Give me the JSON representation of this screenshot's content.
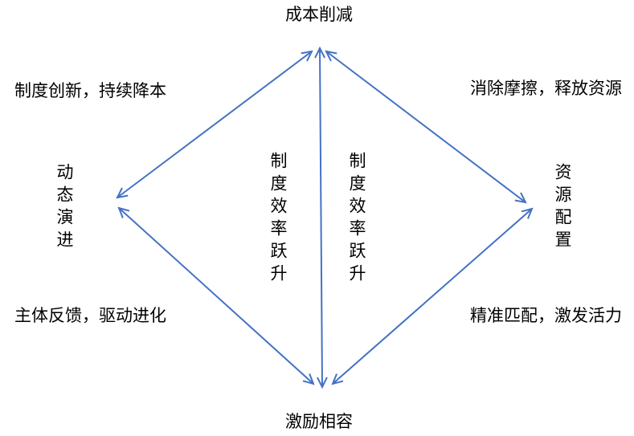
{
  "nodes": {
    "top": "成本削减",
    "bottom": "激励相容",
    "left": "动态演进",
    "right": "资源配置",
    "center_left": "制度效率跃升",
    "center_right": "制度效率跃升"
  },
  "captions": {
    "top_left": "制度创新，持续降本",
    "top_right": "消除摩擦，释放资源",
    "bottom_left": "主体反馈，驱动进化",
    "bottom_right": "精准匹配，激发活力"
  },
  "colors": {
    "arrow": "#4472c4",
    "text": "#000000"
  }
}
